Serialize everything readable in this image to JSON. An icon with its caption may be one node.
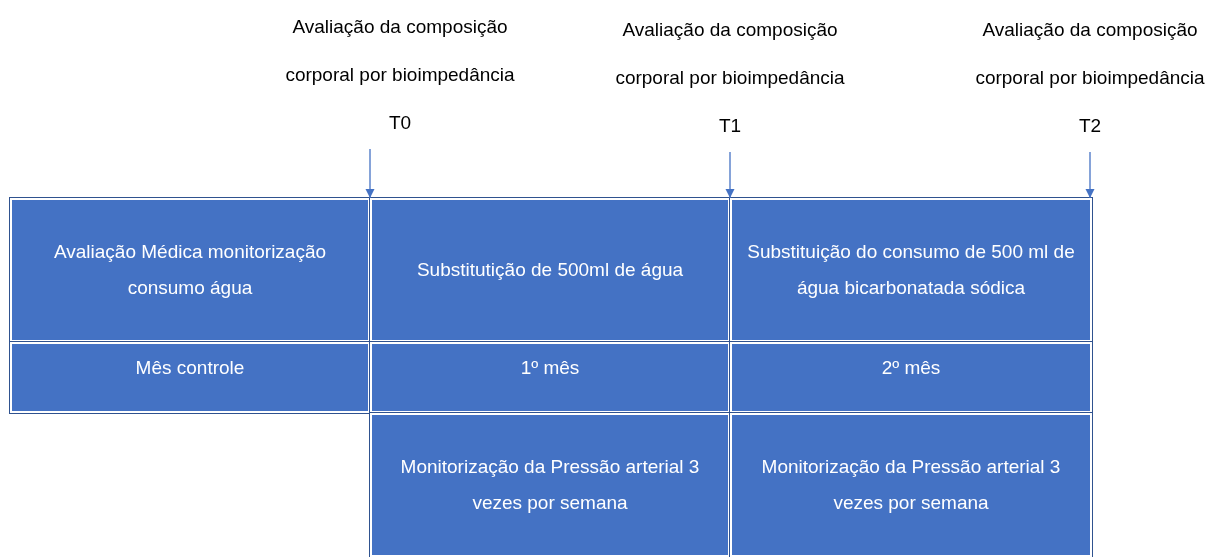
{
  "diagram": {
    "nodes": [
      {
        "text": [
          "Avaliação da composição corporal por bioimpedância T0"
        ]
      },
      {
        "text": [
          "Avaliação da composição corporal por bioimpedância T1"
        ]
      },
      {
        "text": [
          "Avaliação da composição corporal por bioimpedância T2"
        ]
      },
      {
        "text": [
          "Avaliação Médica monitorização consumo água"
        ]
      },
      {
        "text": [
          "Substitutição de 500ml de água"
        ]
      },
      {
        "text": [
          "Substituição do consumo de 500 ml de água bicarbonatada sódica"
        ]
      },
      {
        "text": [
          "Mês controle"
        ]
      },
      {
        "text": [
          "1º mês"
        ]
      },
      {
        "text": [
          "2º mês"
        ]
      },
      {
        "text": [
          "Monitorização da Pressão arterial 3 vezes por semana"
        ]
      },
      {
        "text": [
          "Monitorização da Pressão arterial 3 vezes por semana"
        ]
      }
    ],
    "edges": [
      {
        "from": 0,
        "to": 4,
        "arrow": "to"
      },
      {
        "from": 1,
        "to": 5,
        "arrow": "to"
      },
      {
        "from": 2,
        "to": 5,
        "arrow": "to"
      }
    ]
  }
}
